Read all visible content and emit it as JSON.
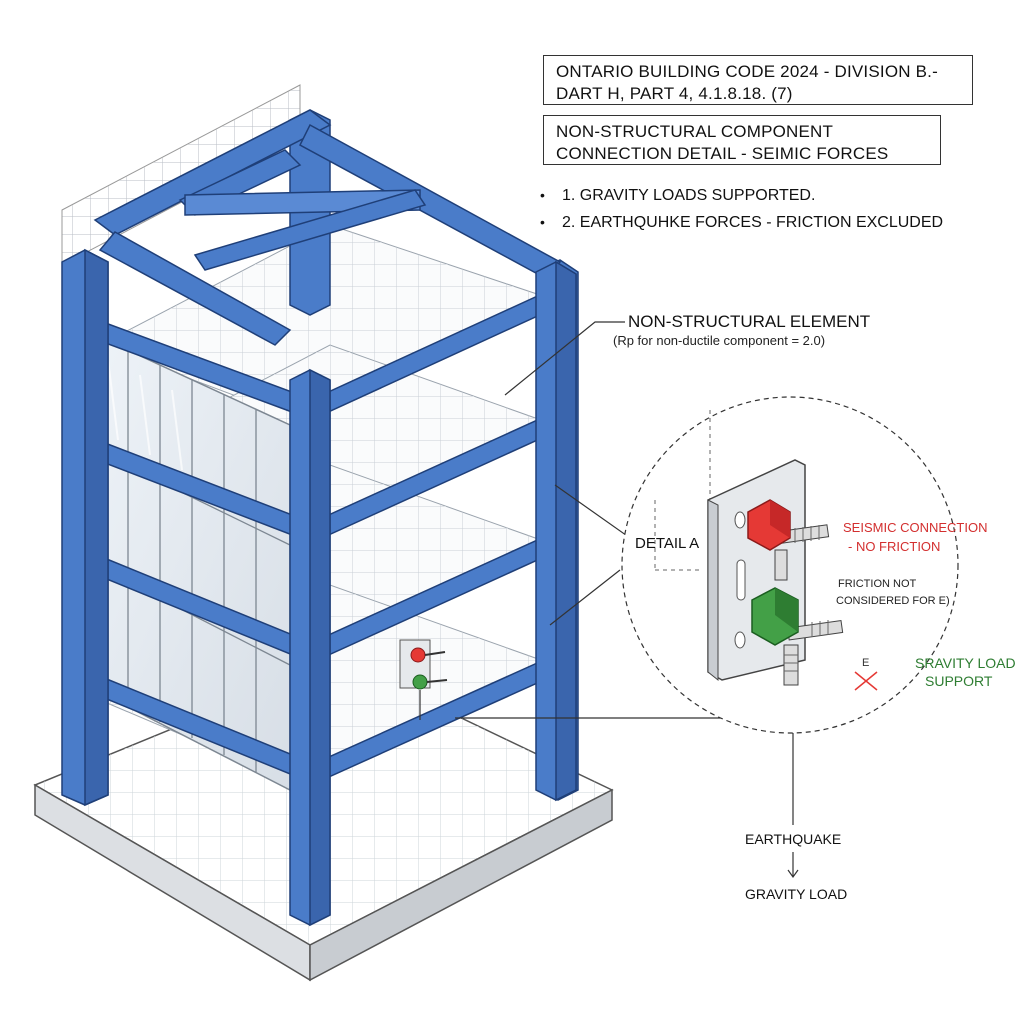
{
  "header": {
    "code_ref_line1": "ONTARIO BUILDING CODE 2024 - DIVISION B.-",
    "code_ref_line2": "DART H, PART 4, 4.1.8.18. (7)"
  },
  "detail_title": {
    "line1": "NON-STRUCTURAL COMPONENT",
    "line2": "CONNECTION DETAIL - SEIMIC FORCES"
  },
  "notes": [
    "1. GRAVITY LOADS SUPPORTED.",
    "2. EARTHQUHKE FORCES - FRICTION EXCLUDED"
  ],
  "bullet_glyph": "•",
  "callouts": {
    "non_structural_element": "NON-STRUCTURAL ELEMENT",
    "rp_note": "(Rp for non-ductile component = 2.0)",
    "detail_a": "DETAIL A",
    "seismic_line1": "SEISMIC CONNECTION",
    "seismic_line2": "- NO FRICTION",
    "friction_line1": "FRICTION NOT",
    "friction_line2": "CONSIDERED FOR E)",
    "e_symbol": "E",
    "gravity_support_line1": "SRAVITY LOAD",
    "gravity_support_line2": "SUPPORT",
    "earthquake": "EARTHQUAKE",
    "gravity_load": "GRAVITY LOAD"
  },
  "colors": {
    "steel_blue": "#4a7cc9",
    "steel_edge": "#1f3f78",
    "seismic_red": "#e53935",
    "gravity_green": "#43a047",
    "label_red": "#d32f2f",
    "label_green": "#2e7d32"
  }
}
